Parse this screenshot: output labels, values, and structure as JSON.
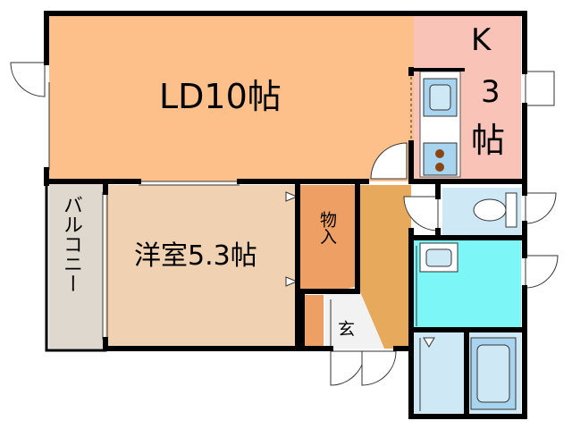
{
  "rooms": {
    "ld": "LD10帖",
    "kitchen_letter": "K",
    "kitchen_size": "3",
    "kitchen_unit": "帖",
    "western": "洋室5.3帖",
    "balcony": "バルコニー",
    "storage": "物入",
    "entrance": "玄"
  },
  "colors": {
    "ld": "#fdc08a",
    "kitchen": "#f9c4b7",
    "western": "#f0d2b2",
    "balcony": "#dfd8cf",
    "storage": "#eea064",
    "hall": "#e7aa5d",
    "genkan": "#f2f2f2",
    "bathroom": "#7cf6f6",
    "toilet": "#cfe8f5",
    "bath": "#cfe8f5",
    "fixture": "#a9d4ef",
    "wall": "#000000"
  }
}
